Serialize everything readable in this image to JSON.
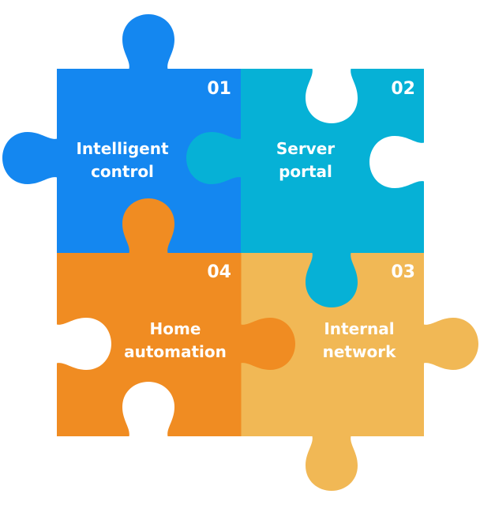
{
  "colors": {
    "blue": "#1487f0",
    "teal": "#06b1d6",
    "orange": "#f08c22",
    "yellow": "#f1b855",
    "background": "#ffffff"
  },
  "pieces": [
    {
      "number": "01",
      "line1": "Intelligent",
      "line2": "control"
    },
    {
      "number": "02",
      "line1": "Server",
      "line2": "portal"
    },
    {
      "number": "03",
      "line1": "Internal",
      "line2": "network"
    },
    {
      "number": "04",
      "line1": "Home",
      "line2": "automation"
    }
  ]
}
